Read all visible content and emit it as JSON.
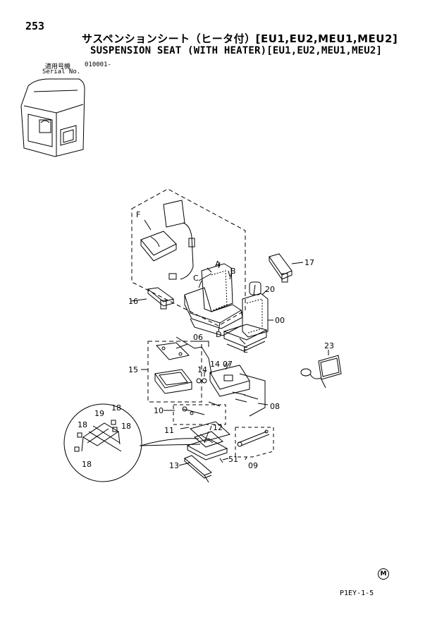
{
  "page_number": "253",
  "title_jp": "サスペンションシート（ヒータ付）[EU1,EU2,MEU1,MEU2]",
  "title_en": "SUSPENSION SEAT (WITH HEATER)[EU1,EU2,MEU1,MEU2]",
  "serial_label_jp": "適用号機",
  "serial_label_en": "Serial No.",
  "serial_value": "010001-",
  "footer_code": "P1EY-1-5",
  "stamp_letter": "M",
  "callouts": {
    "F": "F",
    "A": "A",
    "B": "B",
    "C": "C",
    "D": "D",
    "E": "E",
    "c00": "00",
    "c06": "06",
    "c07": "07",
    "c08": "08",
    "c09": "09",
    "c10": "10",
    "c11": "11",
    "c12": "12",
    "c13": "13",
    "c14a": "14",
    "c14b": "14",
    "c15": "15",
    "c16": "16",
    "c17": "17",
    "c18a": "18",
    "c18b": "18",
    "c18c": "18",
    "c18d": "18",
    "c19": "19",
    "c20": "20",
    "c23": "23",
    "c51": "51"
  }
}
